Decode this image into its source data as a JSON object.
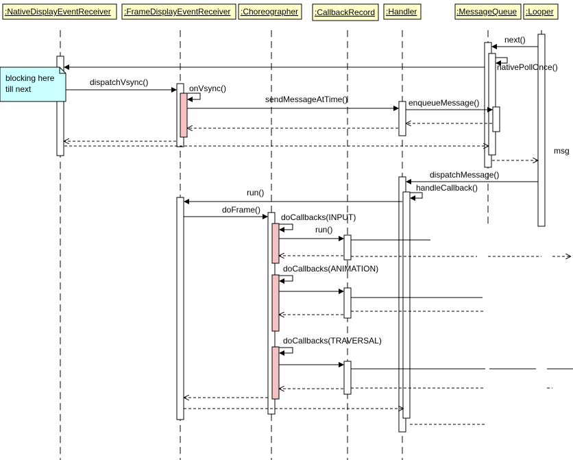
{
  "participants": [
    {
      "id": "native",
      "label": ":NativeDisplayEventReceiver"
    },
    {
      "id": "frame",
      "label": ":FrameDisplayEventReceiver"
    },
    {
      "id": "chor",
      "label": ":Choreographer"
    },
    {
      "id": "cbrec",
      "label": ":CallbackRecord"
    },
    {
      "id": "handler",
      "label": ":Handler"
    },
    {
      "id": "mq",
      "label": ":MessageQueue"
    },
    {
      "id": "looper",
      "label": ":Looper"
    }
  ],
  "note": {
    "line1": "blocking here",
    "line2": "till next"
  },
  "messages": {
    "next": "next()",
    "nativePollOnce": "nativePollOnce()",
    "dispatchVsync": "dispatchVsync()",
    "onVsync": "onVsync()",
    "sendMessageAtTime": "sendMessageAtTime()",
    "enqueueMessage": "enqueueMessage()",
    "msg": "msg",
    "dispatchMessage": "dispatchMessage()",
    "handleCallback": "handleCallback()",
    "run1": "run()",
    "doFrame": "doFrame()",
    "doCallbacksInput": "doCallbacks(INPUT)",
    "run2": "run()",
    "doCallbacksAnimation": "doCallbacks(ANIMATION)",
    "doCallbacksTraversal": "doCallbacks(TRAVERSAL)"
  },
  "colors": {
    "participant_fill": "#ffffcc",
    "note_fill": "#ccffff",
    "highlight_fill": "#f5c2c2",
    "line": "#000000"
  }
}
